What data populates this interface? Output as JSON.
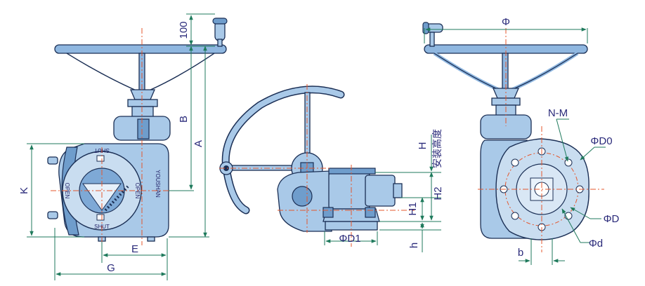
{
  "dimensions": {
    "hundred": "100",
    "B": "B",
    "A": "A",
    "K": "K",
    "E": "E",
    "G": "G",
    "H": "H",
    "install_height": "安装高度",
    "H2": "H2",
    "H1": "H1",
    "h": "h",
    "D1": "ΦD1",
    "phi": "Φ",
    "NM": "N-M",
    "D0": "ΦD0",
    "D": "ΦD",
    "d": "Φd",
    "b": "b"
  },
  "nameplate": {
    "shut_top": "SHUT",
    "shut_bottom": "SHUT",
    "open_left": "OPEN",
    "open_right": "OPEN",
    "brand": "YOUSHAN"
  },
  "colors": {
    "body": "#a9c9e8",
    "outline": "#1b2f55",
    "dimension_line": "#1f7a5c",
    "center_line": "#e4572e",
    "text": "#2a2a7a"
  }
}
